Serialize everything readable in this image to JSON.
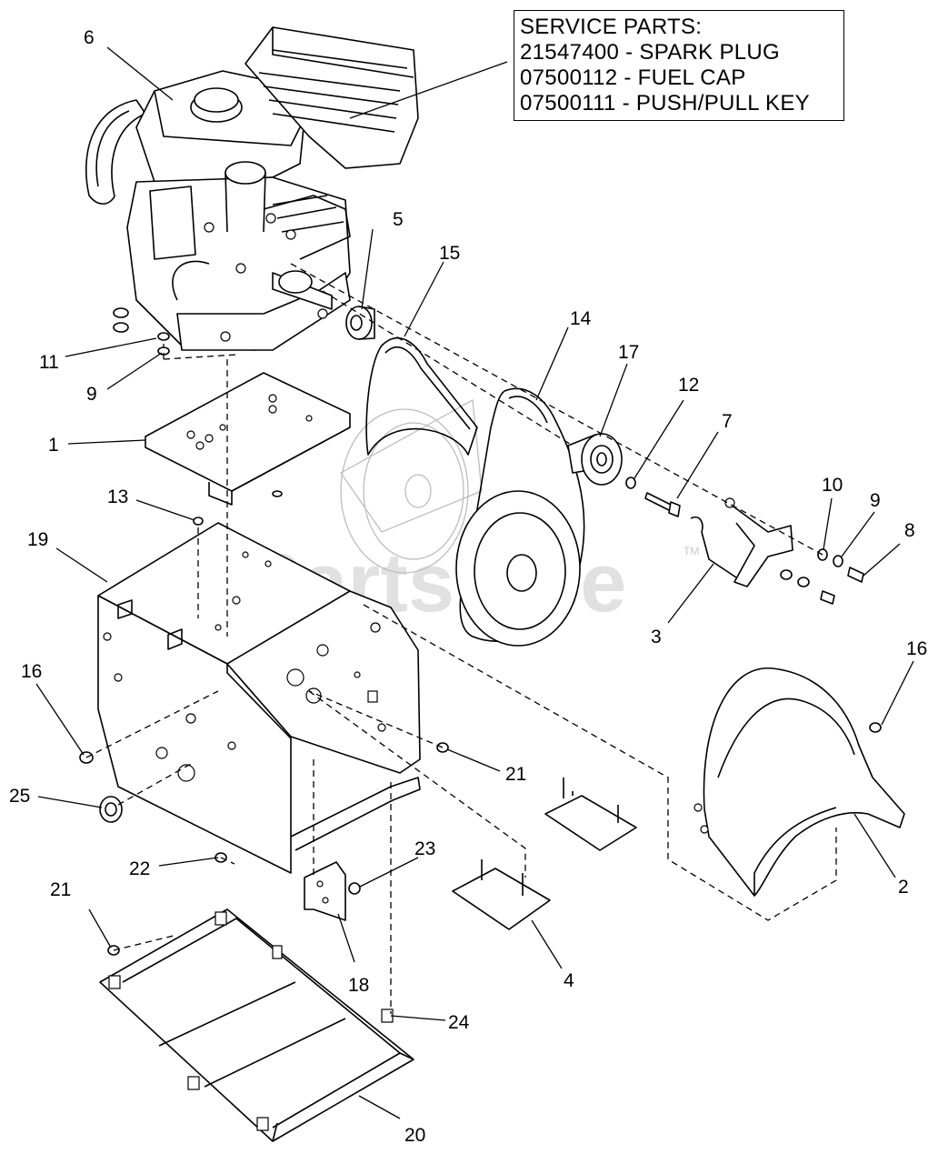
{
  "service_parts": {
    "heading": "SERVICE PARTS:",
    "items": [
      "21547400 - SPARK PLUG",
      "07500112 - FUEL CAP",
      "07500111 - PUSH/PULL KEY"
    ]
  },
  "watermark": "PartsTree",
  "watermark_tm": "TM",
  "callouts": {
    "c1": "1",
    "c2": "2",
    "c3": "3",
    "c4": "4",
    "c5": "5",
    "c6": "6",
    "c7": "7",
    "c8": "8",
    "c9a": "9",
    "c9b": "9",
    "c10": "10",
    "c11": "11",
    "c12": "12",
    "c13": "13",
    "c14": "14",
    "c15": "15",
    "c16a": "16",
    "c16b": "16",
    "c17": "17",
    "c18": "18",
    "c19": "19",
    "c20": "20",
    "c21a": "21",
    "c21b": "21",
    "c22": "22",
    "c23": "23",
    "c24": "24",
    "c25": "25"
  }
}
